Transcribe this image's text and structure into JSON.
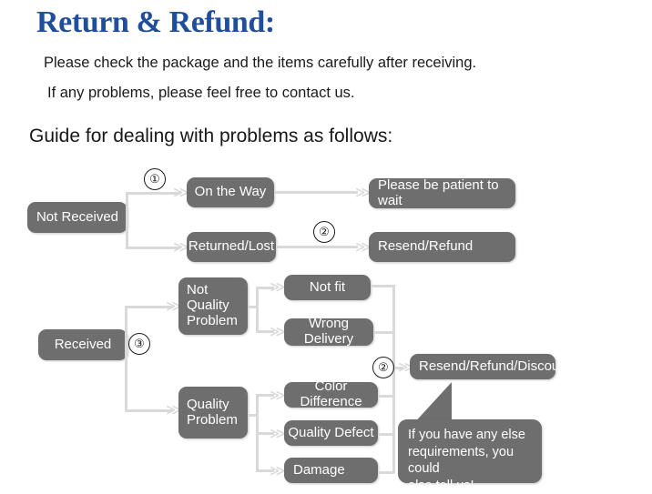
{
  "header": {
    "title": "Return & Refund:",
    "title_color": "#1f4e9c",
    "lead_line_1": "Please check the package and the items carefully after receiving.",
    "lead_line_2": "If any problems, please feel free to contact us.",
    "guide_heading": "Guide for dealing with problems as follows:"
  },
  "flowchart": {
    "node_color": "#6e6e6e",
    "line_color": "#d9d9d9",
    "nodes": {
      "not_received": "Not Received",
      "on_the_way": "On the Way",
      "returned_lost": "Returned/Lost",
      "please_wait": "Please be patient to wait",
      "resend_refund": "Resend/Refund",
      "received": "Received",
      "not_quality_problem": "Not\nQuality\nProblem",
      "quality_problem": "Quality\nProblem",
      "not_fit": "Not fit",
      "wrong_delivery": "Wrong Delivery",
      "color_difference": "Color Difference",
      "quality_defect": "Quality Defect",
      "damage": "Damage",
      "resend_refund_discount": "Resend/Refund/Discount"
    },
    "step_markers": {
      "one": "①",
      "two_top": "②",
      "three": "③",
      "two_bottom": "②"
    },
    "arrow_glyph": "≫",
    "callout": "If you have any else\nrequirements, you could\nalso tell us!"
  }
}
